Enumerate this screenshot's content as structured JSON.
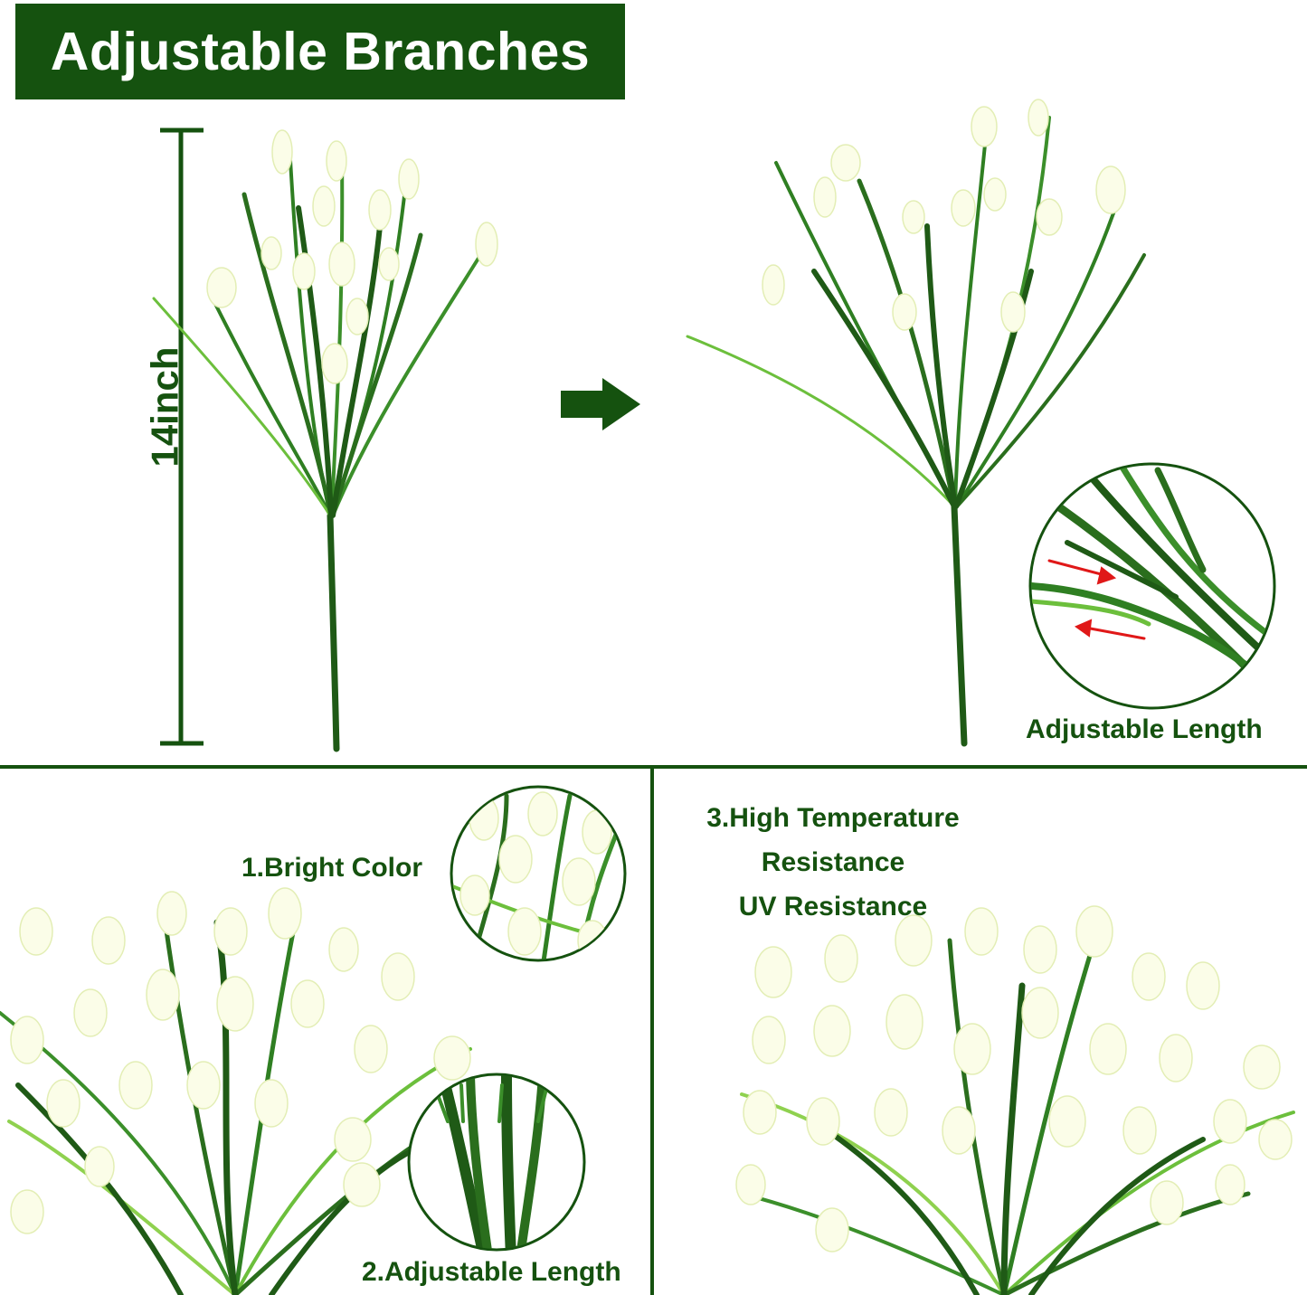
{
  "title": "Adjustable Branches",
  "dimension_label": "14inch",
  "callout_label": "Adjustable Length",
  "features": {
    "bright_color": "1.Bright Color",
    "adjustable_length": "2.Adjustable Length",
    "temperature_line1": "3.High Temperature",
    "temperature_line2": "Resistance",
    "uv_resistance": "UV Resistance"
  },
  "colors": {
    "brand_green": "#15520f",
    "leaf_green": "#2e7d1f",
    "light_leaf": "#8fd14f",
    "flower_white": "#fbfde8",
    "arrow_red": "#e01818"
  }
}
